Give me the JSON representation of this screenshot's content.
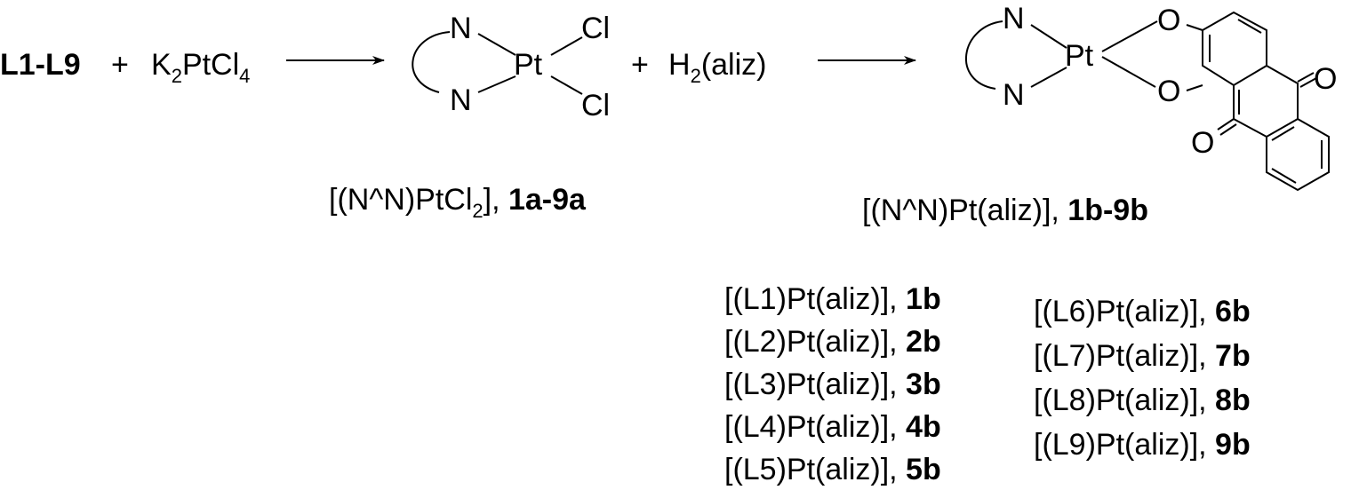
{
  "reactants": {
    "ligands": "L1-L9",
    "plus1": "+",
    "salt_K": "K",
    "salt_K_sub": "2",
    "salt_PtCl": "PtCl",
    "salt_Cl_sub": "4"
  },
  "intermediate": {
    "N_top": "N",
    "N_bottom": "N",
    "Pt": "Pt",
    "Cl_top": "Cl",
    "Cl_bottom": "Cl",
    "label_formula_a": "[(N^N)PtCl",
    "label_formula_sub": "2",
    "label_formula_b": "], ",
    "label_id": "1a-9a"
  },
  "second_reagent": {
    "plus": "+",
    "H": "H",
    "H_sub": "2",
    "aliz": "(aliz)"
  },
  "product": {
    "N_top": "N",
    "N_bottom": "N",
    "Pt": "Pt",
    "O_top": "O",
    "O_bottom": "O",
    "O_right": "O",
    "O_lower": "O",
    "label_formula": "[(N^N)Pt(aliz)], ",
    "label_id": "1b-9b"
  },
  "compounds_left": [
    {
      "formula": "[(L1)Pt(aliz)], ",
      "id": "1b"
    },
    {
      "formula": "[(L2)Pt(aliz)], ",
      "id": "2b"
    },
    {
      "formula": "[(L3)Pt(aliz)], ",
      "id": "3b"
    },
    {
      "formula": "[(L4)Pt(aliz)], ",
      "id": "4b"
    },
    {
      "formula": "[(L5)Pt(aliz)], ",
      "id": "5b"
    }
  ],
  "compounds_right": [
    {
      "formula": "[(L6)Pt(aliz)], ",
      "id": "6b"
    },
    {
      "formula": "[(L7)Pt(aliz)], ",
      "id": "7b"
    },
    {
      "formula": "[(L8)Pt(aliz)], ",
      "id": "8b"
    },
    {
      "formula": "[(L9)Pt(aliz)], ",
      "id": "9b"
    }
  ]
}
